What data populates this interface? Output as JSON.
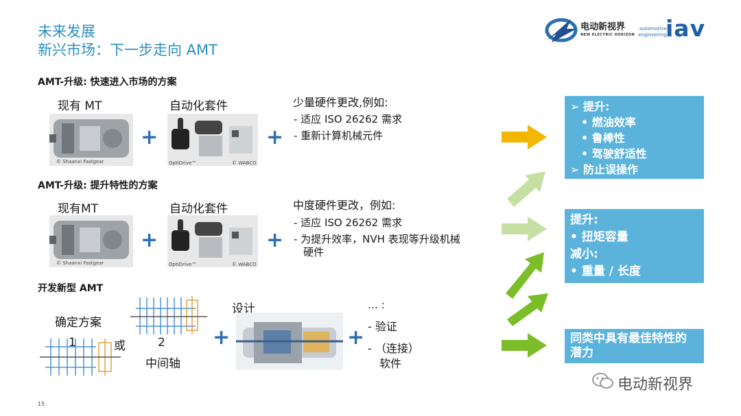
{
  "header": {
    "title_line1": "未来发展",
    "title_line2": "新兴市场：下一步走向 AMT",
    "logo_cn": "电动新视界",
    "logo_en": "NEW ELECTRIC HORIZON",
    "iav_small_1": "automotive",
    "iav_small_2": "engineering",
    "iav_brand": "iav"
  },
  "section1": {
    "heading": "AMT-升级: 快速进入市场的方案",
    "label_mt": "现有 MT",
    "label_kit": "自动化套件",
    "changes_title": "少量硬件更改,例如:",
    "items": [
      "- 适应 ISO 26262 需求",
      "- 重新计算机械元件"
    ],
    "credit_left": "© Shaanxi Fastgear",
    "credit_optidrive": "OptiDrive™",
    "credit_wabco": "© WABCO"
  },
  "section2": {
    "heading": "AMT-升级: 提升特性的方案",
    "label_mt": "现有MT",
    "label_kit": "自动化套件",
    "changes_title": "中度硬件更改，例如:",
    "items": [
      "- 适应 ISO 26262 需求",
      "- 为提升效率，NVH 表现等升级机械",
      "硬件"
    ],
    "credit_left": "© Shaanxi Fastgear",
    "credit_optidrive": "OptiDrive™",
    "credit_wabco": "© WABCO"
  },
  "section3": {
    "heading": "开发新型 AMT",
    "label_decide": "确定方案",
    "num1": "1",
    "or": "或",
    "num2": "2",
    "label_countershaft": "中间轴",
    "label_design": "设计",
    "ellipsis": "… :",
    "item1": "- 验证",
    "item2a": "- （连接）",
    "item2b": "软件"
  },
  "boxes": {
    "box1": {
      "line1": "➢ 提升:",
      "b1": "•  燃油效率",
      "b2": "•  鲁棒性",
      "b3": "•  驾驶舒适性",
      "line5": "➢ 防止误操作"
    },
    "box2": {
      "line1": "提升:",
      "b1": "•  扭矩容量",
      "line3": "减小:",
      "b2": "•  重量 / 长度"
    },
    "box3": {
      "line1": "同类中具有最佳特性的",
      "line2": "潜力"
    }
  },
  "footer": {
    "page_number": "15",
    "watermark": "电动新视界"
  },
  "colors": {
    "title": "#2a8fc0",
    "plus": "#2d6fb3",
    "box": "#5bb3dc",
    "arrow_yellow": "#f2b705",
    "arrow_light": "#c6e0a4",
    "arrow_green": "#7cbd2a"
  }
}
